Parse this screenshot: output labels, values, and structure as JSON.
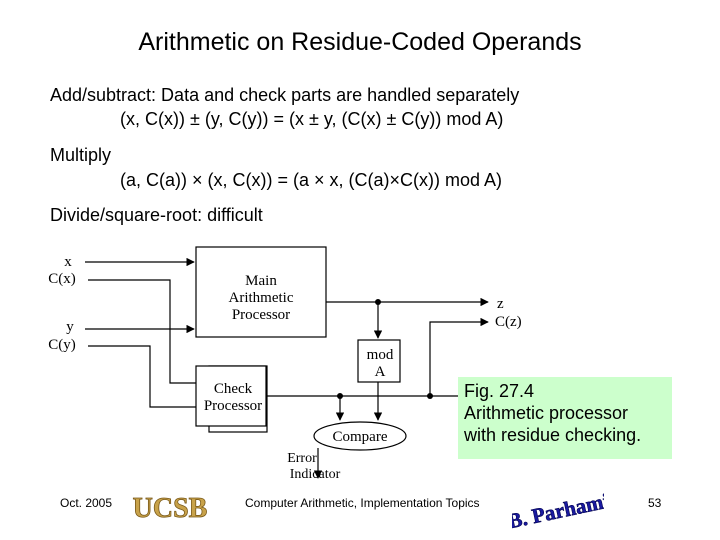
{
  "slide": {
    "title": "Arithmetic on Residue-Coded Operands",
    "addsub_heading": "Add/subtract: Data and check parts are handled separately",
    "addsub_formula": "(x, C(x)) ± (y, C(y))  =  (x ± y, (C(x) ± C(y)) mod A)",
    "multiply_heading": "Multiply",
    "multiply_formula": "(a, C(a)) × (x, C(x))  =  (a × x, (C(a)×C(x)) mod A)",
    "divide_heading": "Divide/square-root: difficult"
  },
  "diagram": {
    "input_x": "x",
    "input_cx": "C(x)",
    "input_y": "y",
    "input_cy": "C(y)",
    "main_line1": "Main",
    "main_line2": "Arithmetic",
    "main_line3": "Processor",
    "output_z": "z",
    "output_cz": "C(z)",
    "mod_line1": "mod",
    "mod_line2": "A",
    "check_line1": "Check",
    "check_line2": "Processor",
    "compare": "Compare",
    "error_line1": "Error",
    "error_line2": "Indicator"
  },
  "caption": {
    "line1": "Fig. 27.4",
    "line2": "Arithmetic processor",
    "line3": "with residue checking."
  },
  "footer": {
    "date": "Oct. 2005",
    "ucsb_logo_text": "UCSB",
    "center": "Computer Arithmetic, Implementation Topics",
    "author_logo_text": "B. Parhami",
    "page": "53"
  },
  "colors": {
    "caption_bg": "#ccffcc",
    "ucsb_gold": "#c8a24a",
    "author_blue": "#1a1aa0"
  }
}
